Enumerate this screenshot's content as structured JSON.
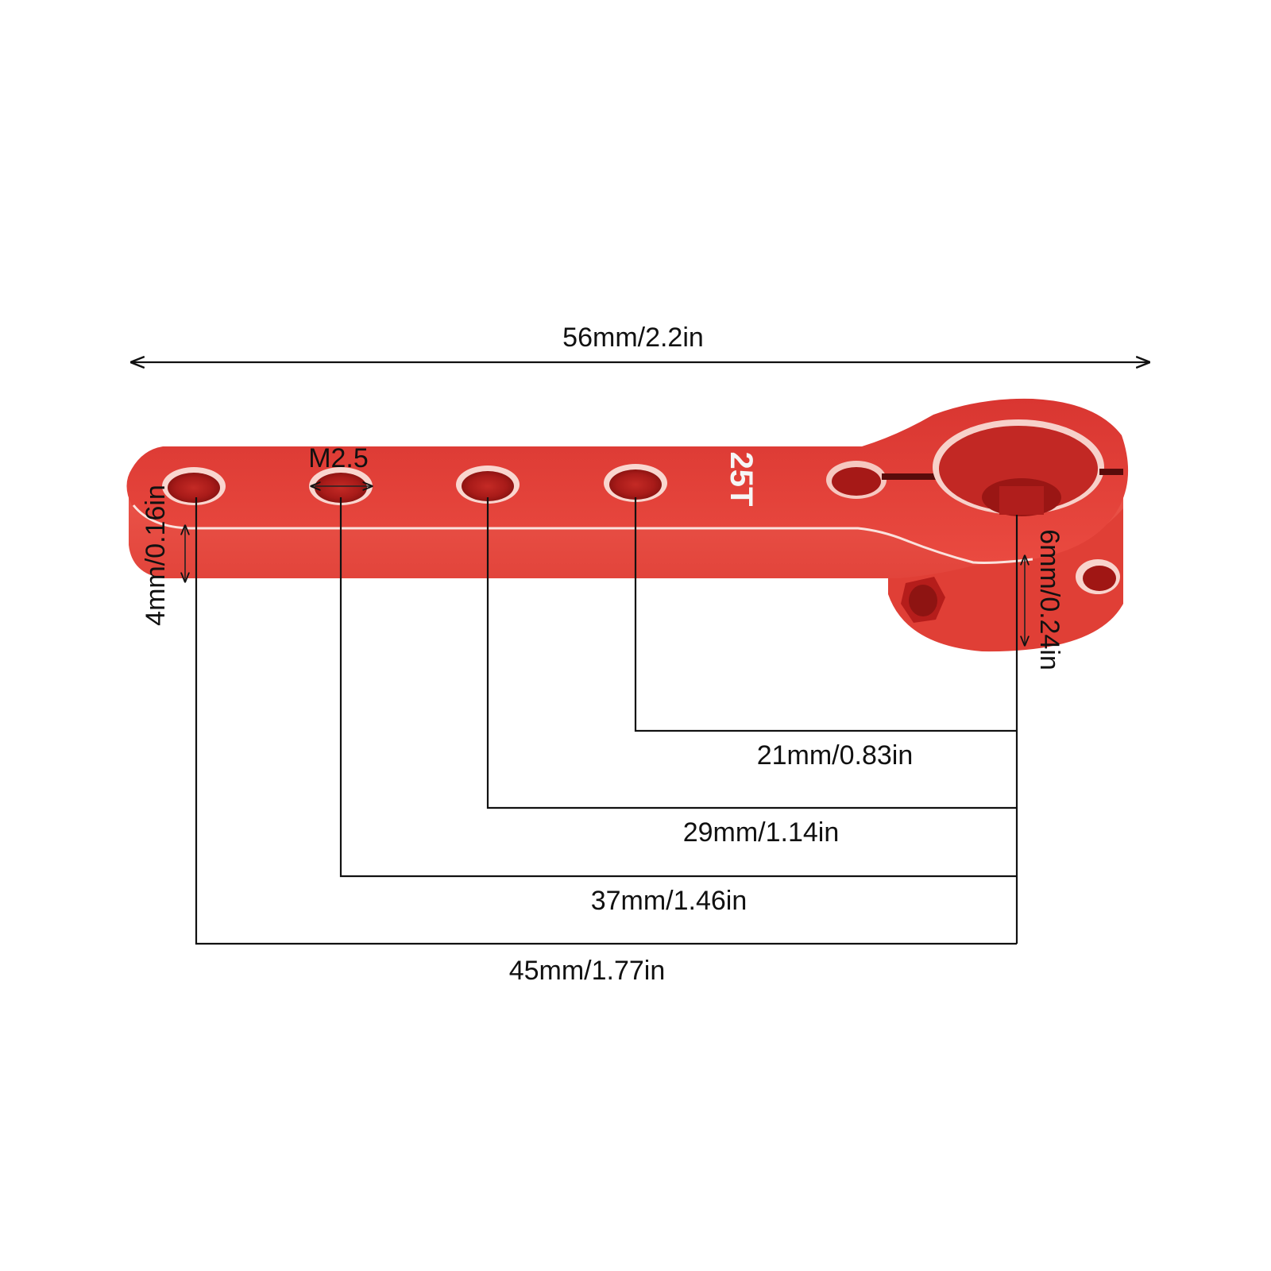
{
  "part": {
    "name_marking": "25T",
    "thread_size": "M2.5",
    "colors": {
      "body": "#e8423a",
      "body_dark": "#c92a26",
      "hole": "#b81e1e",
      "edge_highlight": "#fbe2dd",
      "line": "#111111"
    }
  },
  "dimensions": {
    "overall_length": "56mm/2.2in",
    "thickness": "4mm/0.16in",
    "hub_height": "6mm/0.24in",
    "hole_1_to_center": "21mm/0.83in",
    "hole_2_to_center": "29mm/1.14in",
    "hole_3_to_center": "37mm/1.46in",
    "hole_4_to_center": "45mm/1.77in"
  }
}
